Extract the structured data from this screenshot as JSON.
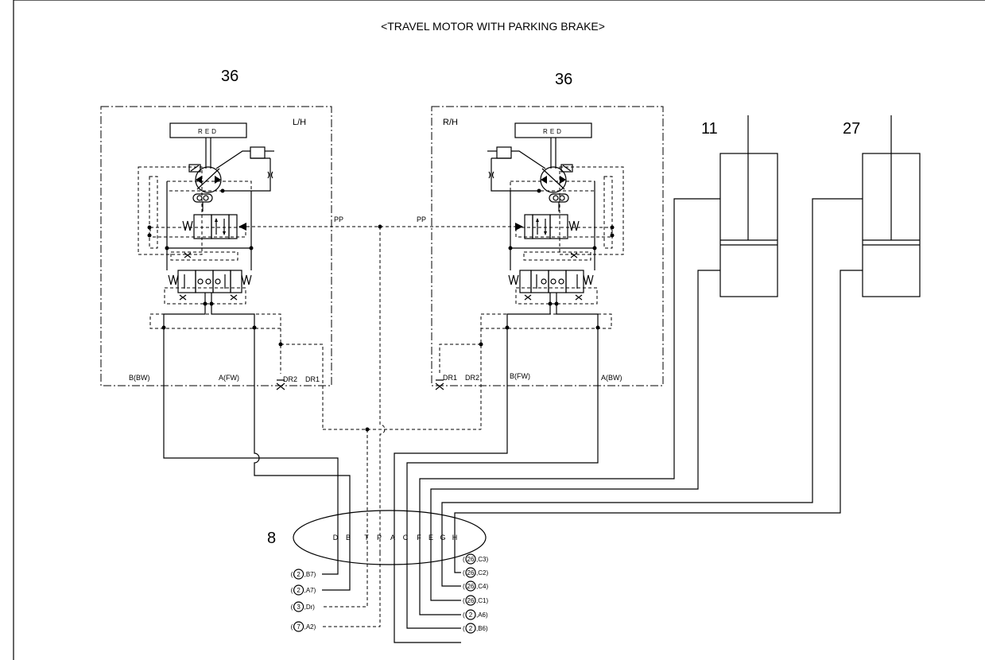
{
  "title": "<TRAVEL MOTOR WITH PARKING BRAKE>",
  "components": {
    "motor_left_number": "36",
    "motor_right_number": "36",
    "cyl1_number": "11",
    "cyl2_number": "27",
    "block_number": "8"
  },
  "labels": {
    "left_side": "L/H",
    "right_side": "R/H",
    "red_left": "RED",
    "red_right": "RED",
    "pp_left": "PP",
    "pp_right": "PP",
    "b_bw": "B(BW)",
    "a_fw": "A(FW)",
    "b_fw": "B(FW)",
    "a_bw": "A(BW)",
    "dr1_left": "DR1",
    "dr2_left": "DR2",
    "dr1_right": "DR1",
    "dr2_right": "DR2"
  },
  "ports": [
    "D",
    "B",
    "T",
    "P",
    "A",
    "C",
    "F",
    "E",
    "G",
    "H"
  ],
  "refs_left": [
    {
      "pre": "(",
      "num": "2",
      "suf": ",B7)"
    },
    {
      "pre": "(",
      "num": "2",
      "suf": ",A7)"
    },
    {
      "pre": "(",
      "num": "3",
      "suf": ",Dr)"
    },
    {
      "pre": "(",
      "num": "7",
      "suf": ",A2)"
    }
  ],
  "refs_right": [
    {
      "pre": "(",
      "num": "26",
      "suf": ",C3)"
    },
    {
      "pre": "(",
      "num": "26",
      "suf": ",C2)"
    },
    {
      "pre": "(",
      "num": "26",
      "suf": ",C4)"
    },
    {
      "pre": "(",
      "num": "26",
      "suf": ",C1)"
    },
    {
      "pre": "(",
      "num": "2",
      "suf": ",A6)"
    },
    {
      "pre": "(",
      "num": "2",
      "suf": ",B6)"
    }
  ]
}
